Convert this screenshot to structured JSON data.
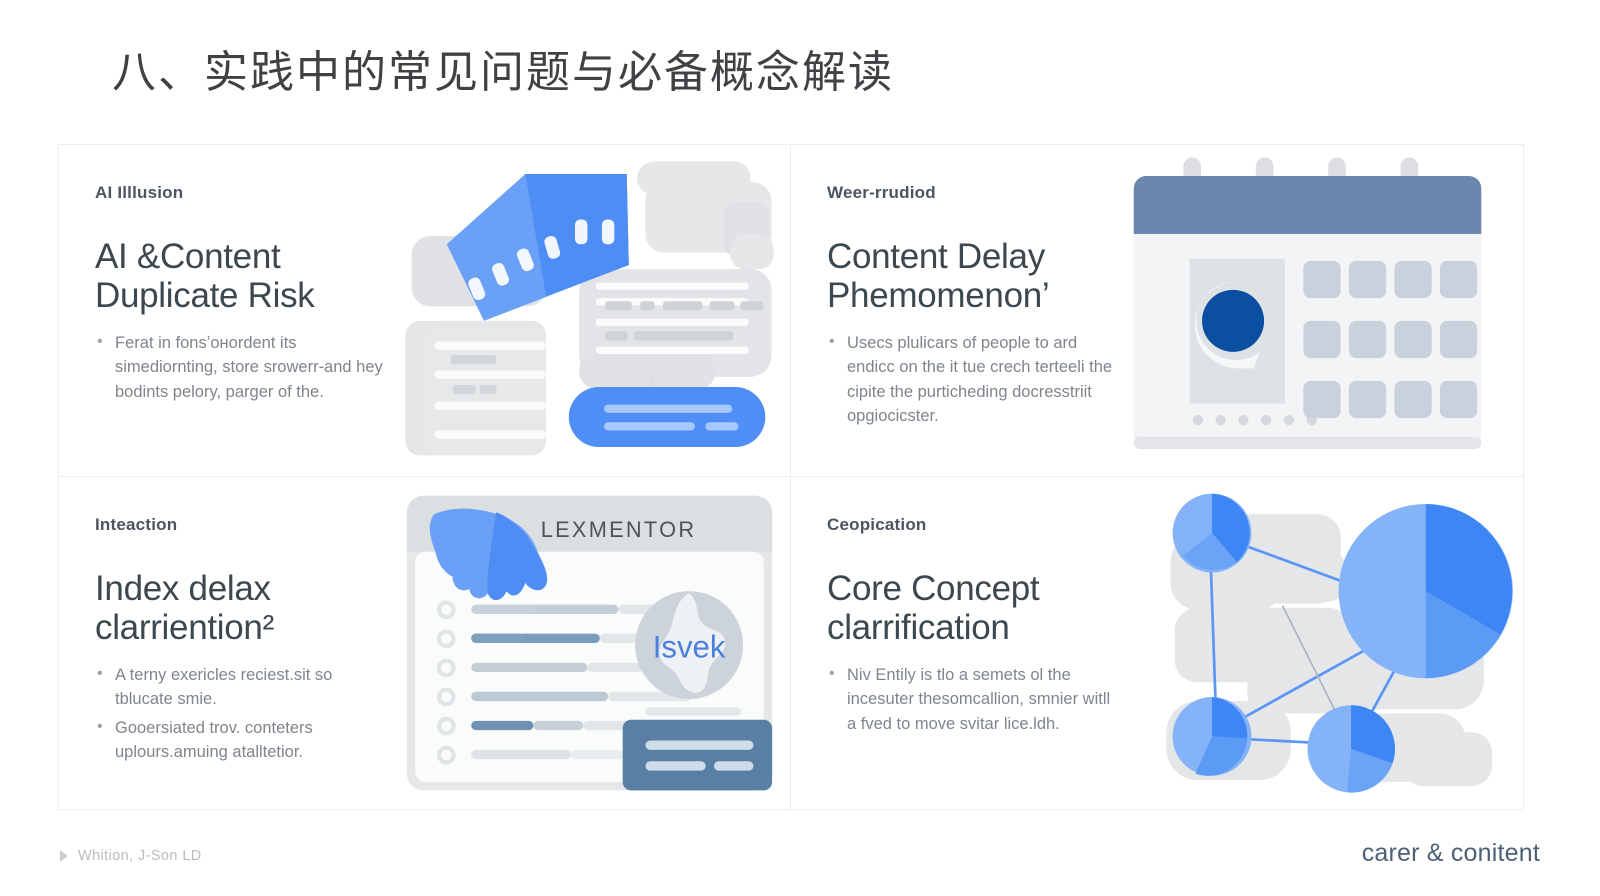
{
  "slide": {
    "title": "八、实践中的常见问题与必备概念解读"
  },
  "cards": [
    {
      "kicker": "AI Illlusion",
      "heading_lines": [
        "AI &Content",
        "Duplicate Risk"
      ],
      "bullets": [
        "Ferat in fonsʼoнordent its simediornting, store srowerr-and hey bodints pelory, parger of the."
      ],
      "art": "film-strip-documents"
    },
    {
      "kicker": "Weer-rrudiod",
      "heading_lines": [
        "Content Delay",
        "Phemomenon’"
      ],
      "bullets": [
        "Usecs plulicars of people to ard endicc on the it tue crech terteeli the cipite the purticheding docresstriit opgiocicster."
      ],
      "art": "calendar"
    },
    {
      "kicker": "Inteaction",
      "heading_lines": [
        "Index delax",
        "clarriention²"
      ],
      "bullets": [
        "A terny exericles reciest.sit so tblucate smie.",
        "Gooersiated trov. conteters uplours.amuing atalltetior."
      ],
      "art": "checklist-browser"
    },
    {
      "kicker": "Ceopication",
      "heading_lines": [
        "Core Concept",
        "clarrification"
      ],
      "bullets": [
        "Niv Entily is tlo a semets ol the incesuter thesomcallion, smnier witll a fved to move svitar lice.ldh."
      ],
      "art": "pie-network"
    }
  ],
  "art_labels": {
    "browser_title": "LEXMENTOR",
    "globe_text": "Isvek"
  },
  "footer": {
    "left_icon": "triangle-play-icon",
    "left_text": "Whition, J-Son LD",
    "right_text": "carer & conitent"
  },
  "colors": {
    "accent_blue": "#5b95f5",
    "deep_blue": "#0b4fa2",
    "slate_blue": "#6a88ae",
    "panel_gray": "#e3e5e7",
    "heading": "#3c484e",
    "kicker": "#4a5560",
    "body": "#7e858c",
    "border": "#eceef0",
    "background": "#ffffff"
  }
}
